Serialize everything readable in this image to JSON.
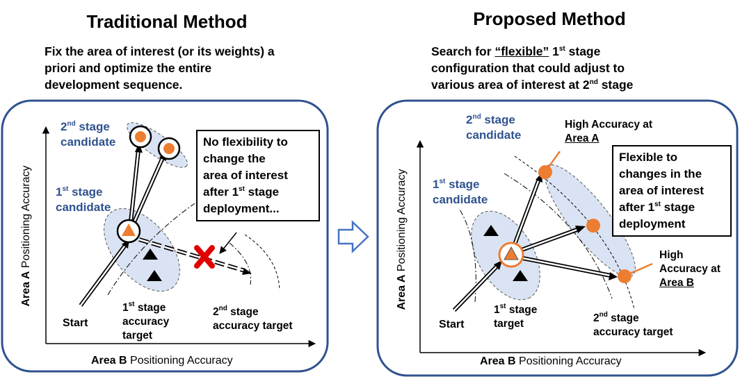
{
  "left_panel": {
    "title": "Traditional Method",
    "description_lines": [
      "Fix the area of interest (or its weights) a",
      "priori and optimize the entire",
      "development sequence."
    ],
    "second_stage_candidate": [
      "2nd stage",
      "candidate"
    ],
    "first_stage_candidate": [
      "1st stage",
      "candidate"
    ],
    "note_lines": [
      "No flexibility to",
      "change the",
      "area of interest",
      "after 1st stage",
      "deployment..."
    ],
    "first_stage_target": [
      "1st stage",
      "accuracy",
      "target"
    ],
    "second_stage_target": [
      "2nd stage",
      "accuracy target"
    ],
    "start_label": "Start",
    "y_axis": {
      "bold": "Area A",
      "rest": " Positioning Accuracy"
    },
    "x_axis": {
      "bold": "Area B",
      "rest": " Positioning Accuracy"
    }
  },
  "right_panel": {
    "title": "Proposed Method",
    "description_pre": "Search for ",
    "description_flexible": "“flexible”",
    "description_post": " 1st stage",
    "description_lines": [
      "configuration that could adjust to",
      "various area of interest at 2nd stage"
    ],
    "second_stage_candidate": [
      "2nd stage",
      "candidate"
    ],
    "first_stage_candidate": [
      "1st stage",
      "candidate"
    ],
    "high_accuracy_a": [
      "High Accuracy at",
      "Area A"
    ],
    "high_accuracy_b": [
      "High",
      "Accuracy at",
      "Area B"
    ],
    "note_lines": [
      "Flexible to",
      "changes in the",
      "area of interest",
      "after 1st stage",
      "deployment"
    ],
    "first_stage_target": [
      "1st stage",
      "target"
    ],
    "second_stage_target": [
      "2nd stage",
      "accuracy target"
    ],
    "start_label": "Start",
    "y_axis": {
      "bold": "Area A",
      "rest": " Positioning Accuracy"
    },
    "x_axis": {
      "bold": "Area B",
      "rest": " Positioning Accuracy"
    }
  },
  "colors": {
    "frame": "#2f528f",
    "ellipse_fill": "#dae3f3",
    "orange": "#ed7d31",
    "cross": "#e00000",
    "stage_text": "#2f528f"
  },
  "icons": {
    "transition_arrow": "right-outline-arrow-icon",
    "cross": "red-x-icon"
  }
}
